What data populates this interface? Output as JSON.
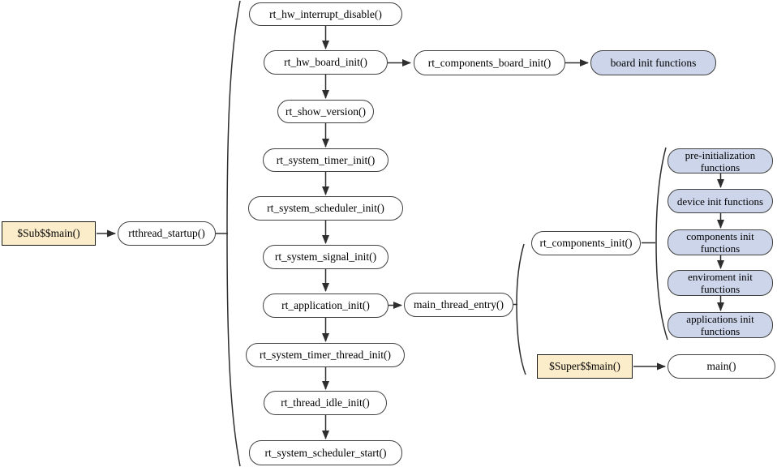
{
  "colors": {
    "node_fill": "#ffffff",
    "accent_fill": "#ccd5ea",
    "highlight_fill": "#fcedca",
    "node_border": "#404040",
    "rect_border": "#1a1a1a",
    "connector": "#2e2e2e",
    "text": "#000000"
  },
  "nodes": {
    "sub_main": "$Sub$$main()",
    "rtthread_startup": "rtthread_startup()",
    "chain": [
      "rt_hw_interrupt_disable()",
      "rt_hw_board_init()",
      "rt_show_version()",
      "rt_system_timer_init()",
      "rt_system_scheduler_init()",
      "rt_system_signal_init()",
      "rt_application_init()",
      "rt_system_timer_thread_init()",
      "rt_thread_idle_init()",
      "rt_system_scheduler_start()"
    ],
    "components_board_init": "rt_components_board_init()",
    "board_init_functions": "board init functions",
    "main_thread_entry": "main_thread_entry()",
    "components_init": "rt_components_init()",
    "init_chain": [
      "pre-initialization functions",
      "device init functions",
      "components init functions",
      "enviroment init functions",
      "applications init functions"
    ],
    "super_main": "$Super$$main()",
    "main_fn": "main()"
  }
}
